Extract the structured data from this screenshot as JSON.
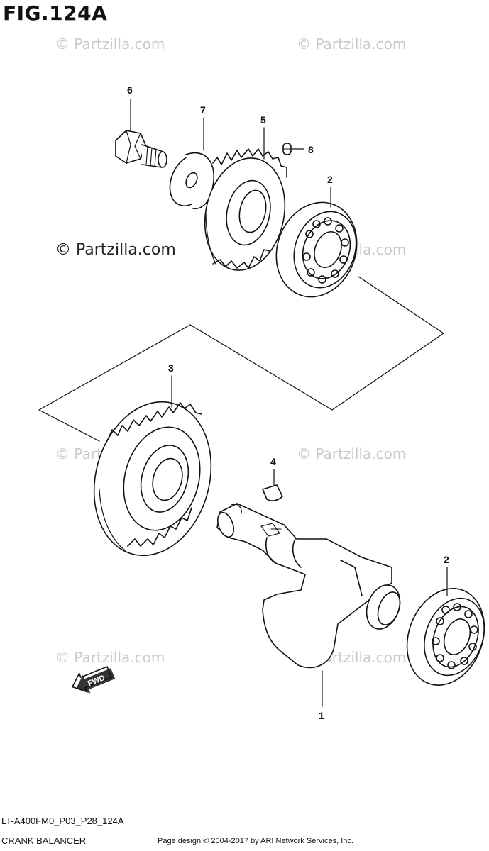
{
  "figure": {
    "title": "FIG.124A",
    "code": "LT-A400FM0_P03_P28_124A",
    "name": "CRANK BALANCER"
  },
  "watermarks": [
    "© Partzilla.com",
    "© Partzilla.com",
    "© Partzilla.com",
    "© Partzilla.com",
    "© Partzilla.com",
    "© Partzilla.com",
    "© Partzilla.com",
    "© Partzilla.com"
  ],
  "callouts": {
    "p1": "1",
    "p2a": "2",
    "p2b": "2",
    "p3": "3",
    "p4": "4",
    "p5": "5",
    "p6": "6",
    "p7": "7",
    "p8": "8"
  },
  "badges": {
    "fwd": "FWD"
  },
  "credit": "Page design © 2004-2017 by ARI Network Services, Inc.",
  "colors": {
    "line": "#111111",
    "watermark": "#c9c9c9",
    "background": "#ffffff"
  }
}
